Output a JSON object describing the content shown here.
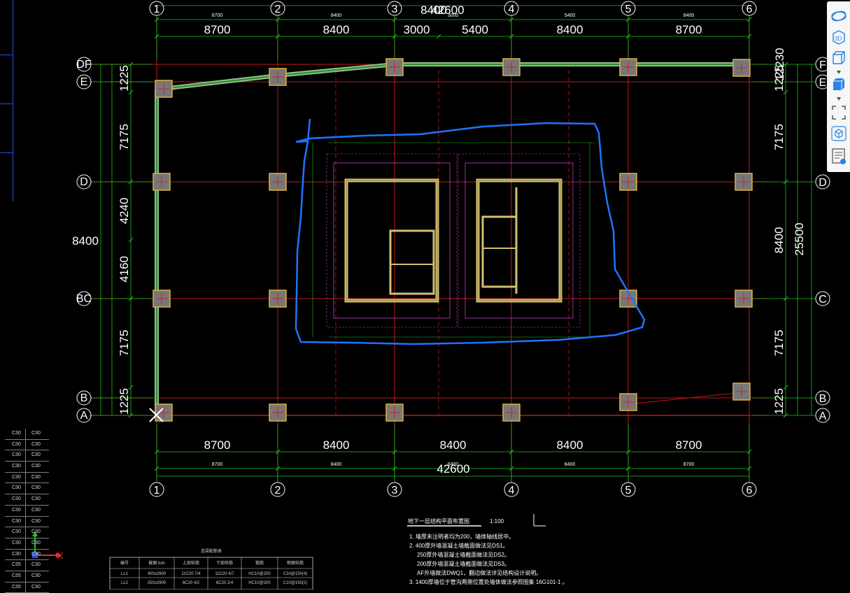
{
  "toolbar": {
    "buttons": [
      {
        "name": "orbit-icon"
      },
      {
        "name": "3d-view-icon",
        "label": "3D"
      },
      {
        "name": "cube-view-icon"
      },
      {
        "name": "cube-solid-icon"
      },
      {
        "name": "fullscreen-icon"
      },
      {
        "name": "model-icon"
      },
      {
        "name": "properties-icon"
      }
    ],
    "accent": "#2b82e6"
  },
  "grid": {
    "column_labels": [
      "1",
      "2",
      "3",
      "4",
      "5",
      "6"
    ],
    "row_labels_left": [
      "DF",
      "E",
      "D",
      "BC",
      "B",
      "A"
    ],
    "row_labels_right": [
      "F",
      "E",
      "D",
      "C",
      "B",
      "A"
    ],
    "top_dims": [
      "8700",
      "8400",
      "3000",
      "5400",
      "8400",
      "8700"
    ],
    "top_total": "42600",
    "top_overlap": "8400",
    "bottom_dims": [
      "8700",
      "8400",
      "8400",
      "8400",
      "8700"
    ],
    "bottom_total": "42600",
    "left_dims": [
      "1225",
      "7175",
      "4240",
      "4160",
      "7175",
      "1225"
    ],
    "left_total": "8400",
    "right_dims": [
      "1225",
      "7175",
      "8400",
      "7175",
      "1225"
    ],
    "right_top": "12230",
    "right_total": "25500"
  },
  "material_table": {
    "rows": [
      {
        "c1": "C30",
        "c2": "C30"
      },
      {
        "c1": "C30",
        "c2": "C30"
      },
      {
        "c1": "C30",
        "c2": "C30"
      },
      {
        "c1": "C30",
        "c2": "C30"
      },
      {
        "c1": "C30",
        "c2": "C30"
      },
      {
        "c1": "C30",
        "c2": "C30"
      },
      {
        "c1": "C30",
        "c2": "C30"
      },
      {
        "c1": "C30",
        "c2": "C30"
      },
      {
        "c1": "C30",
        "c2": "C30"
      },
      {
        "c1": "C30",
        "c2": "C30"
      },
      {
        "c1": "C30",
        "c2": "C30"
      },
      {
        "c1": "C30",
        "c2": "C30"
      },
      {
        "c1": "C35",
        "c2": "C30"
      },
      {
        "c1": "C35",
        "c2": "C30"
      },
      {
        "c1": "C35",
        "c2": "C30"
      }
    ]
  },
  "ucs": {
    "x": "X",
    "y": "Y"
  },
  "notes": {
    "title": "地下一层结构平面布置图",
    "scale": "1:100",
    "lines": [
      "1. 墙厚未注明者均为200，墙体轴线居中。",
      "2. 400厚外墙混凝土墙截面做法见DS1。",
      "250厚外墙混凝土墙截面做法见DS2。",
      "200厚外墙混凝土墙截面做法见DS3。",
      "AF外墙做法DWQ1，翻边做法详见结构设计说明。",
      "3. 1400厚墙位于管沟两侧位置处墙体做法参照图集 16G101-1 。"
    ]
  },
  "beam_table": {
    "title": "连梁配筋表",
    "headers": [
      "编号",
      "截面 bxh",
      "上部纵筋",
      "下部纵筋",
      "箍筋",
      "侧面纵筋"
    ],
    "rows": [
      [
        "LL1",
        "400x2900",
        "11C20 7/4",
        "11C20 4/7",
        "HC10@200",
        "C10@150(4)"
      ],
      [
        "LL2",
        "250x2900",
        "6C20 4/2",
        "6C20 2/4",
        "HC10@200",
        "C10@150(2)"
      ]
    ]
  }
}
